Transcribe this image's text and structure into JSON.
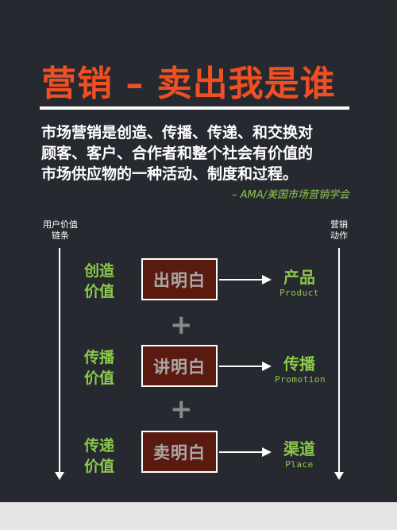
{
  "header": {
    "title": "营销 – 卖出我是谁",
    "definition_lines": [
      "市场营销是创造、传播、传递、和交换对",
      "顾客、客户、合作者和整个社会有价值的",
      "市场供应物的一种活动、制度和过程。"
    ],
    "source": "– AMA/美国市场营销学会"
  },
  "diagram": {
    "left_axis_label": [
      "用户价值",
      "链条"
    ],
    "right_axis_label": [
      "营销",
      "动作"
    ],
    "rows": [
      {
        "left": [
          "创造",
          "价值"
        ],
        "box": "出明白",
        "out_cn": "产品",
        "out_en": "Product"
      },
      {
        "left": [
          "传播",
          "价值"
        ],
        "box": "讲明白",
        "out_cn": "传播",
        "out_en": "Promotion"
      },
      {
        "left": [
          "传递",
          "价值"
        ],
        "box": "卖明白",
        "out_cn": "渠道",
        "out_en": "Place"
      }
    ],
    "plus_symbol": "+"
  },
  "colors": {
    "background": "#262a30",
    "title_orange": "#f04e23",
    "accent_green": "#8bc84c",
    "box_fill": "#5b1a10"
  }
}
